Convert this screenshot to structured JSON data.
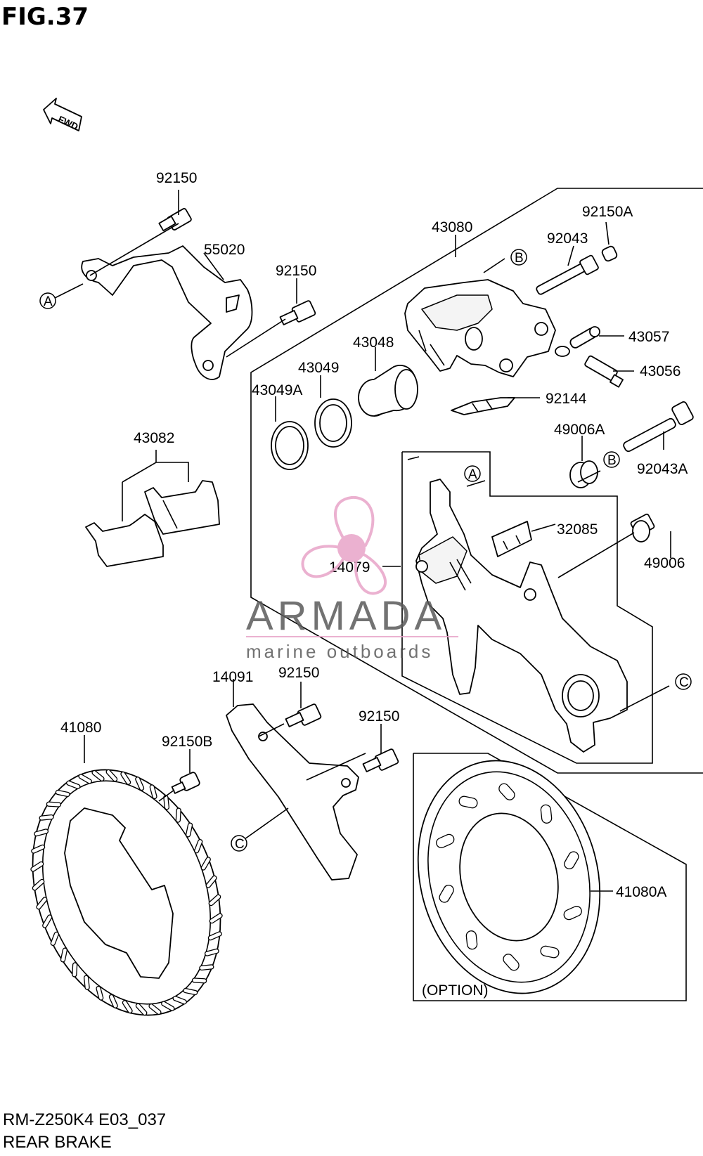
{
  "figure_title": "FIG.37",
  "fwd_label": "FWD",
  "footer": {
    "model_code": "RM-Z250K4 E03_037",
    "section_name": "REAR BRAKE"
  },
  "watermark": {
    "brand": "ARMADA",
    "tagline": "marine outboards",
    "logo_color": "#e8a4c8",
    "text_color": "#5a5a5a"
  },
  "option_label": "(OPTION)",
  "callouts": {
    "a": "A",
    "b": "B",
    "c": "C"
  },
  "parts": {
    "p92150_top": "92150",
    "p55020": "55020",
    "p92150_mid": "92150",
    "p43080": "43080",
    "p92150A": "92150A",
    "p92043": "92043",
    "p43048": "43048",
    "p43049": "43049",
    "p43049A": "43049A",
    "p43057": "43057",
    "p43056": "43056",
    "p92144": "92144",
    "p43082": "43082",
    "p49006A": "49006A",
    "p92043A": "92043A",
    "p32085": "32085",
    "p14079": "14079",
    "p49006": "49006",
    "p14091": "14091",
    "p92150_guard": "92150",
    "p92150_low": "92150",
    "p41080": "41080",
    "p92150B": "92150B",
    "p41080A": "41080A"
  }
}
